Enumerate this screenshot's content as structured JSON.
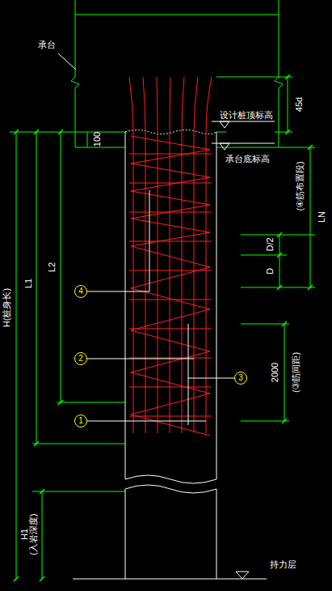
{
  "diagram": {
    "labels": [
      "承台",
      "设计桩顶标高",
      "承台底标高",
      "45d",
      "100",
      "LN",
      "(④筋布置段)",
      "D/2",
      "D",
      "2000",
      "(③筋间距)",
      "H(桩身长)",
      "L1",
      "L2",
      "H1",
      "(入岩深度)",
      "4",
      "2",
      "3",
      "1",
      "持力层"
    ]
  }
}
